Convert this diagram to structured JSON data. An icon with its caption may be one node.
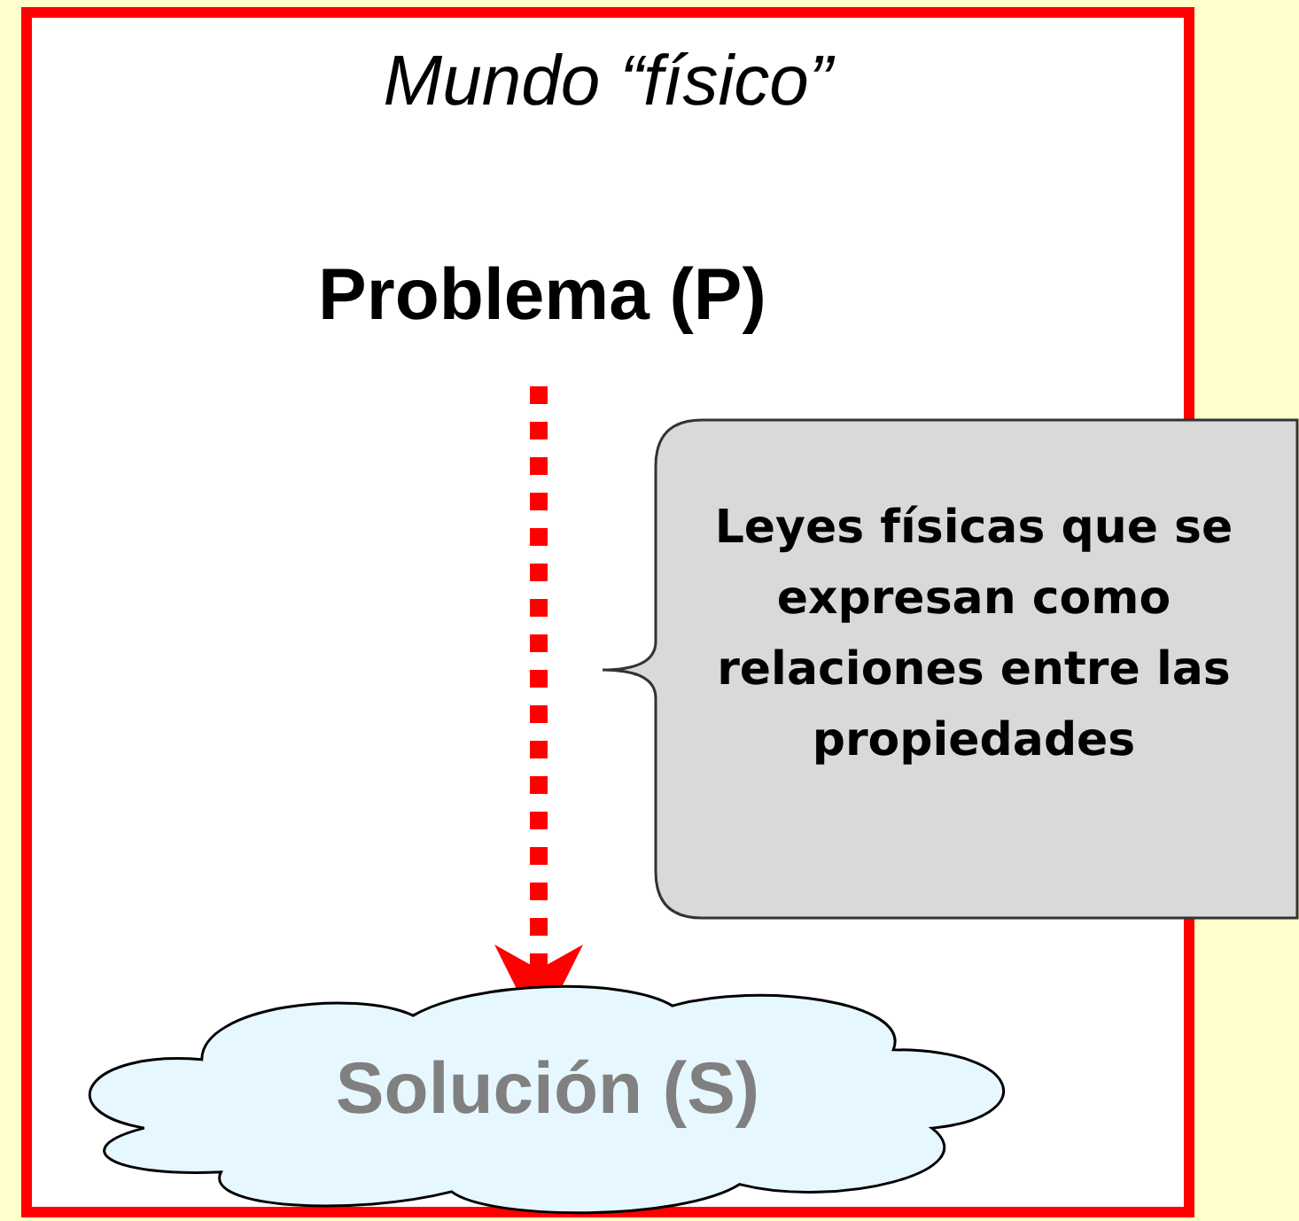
{
  "diagram": {
    "nodes": [
      {
        "text": [
          "Mundo “físico”"
        ]
      },
      {
        "text": [
          "Problema (P)"
        ],
        "in": 0
      },
      {
        "text": [
          "Solución (S)"
        ],
        "in": 0
      },
      {
        "text": [
          "Leyes físicas que se expresan como relaciones entre las propiedades"
        ]
      }
    ],
    "edges": [
      {
        "from": 1,
        "to": 2,
        "arrow": "to",
        "style": "dashed",
        "color": "#ff0000"
      }
    ]
  }
}
